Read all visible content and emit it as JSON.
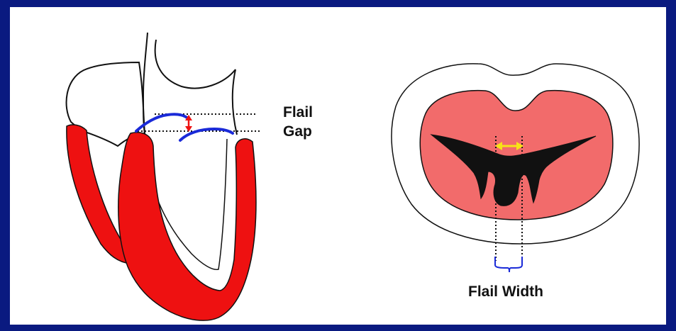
{
  "labels": {
    "flail": "Flail",
    "gap": "Gap",
    "flail_width": "Flail Width"
  },
  "colors": {
    "frame": "#0a1a80",
    "myocardium": "#ee1111",
    "valve_red": "#f26b6b",
    "leaflet": "#1a2ad8",
    "arrow_red": "#ee1111",
    "arrow_yellow": "#f7e316",
    "outline": "#111111"
  }
}
